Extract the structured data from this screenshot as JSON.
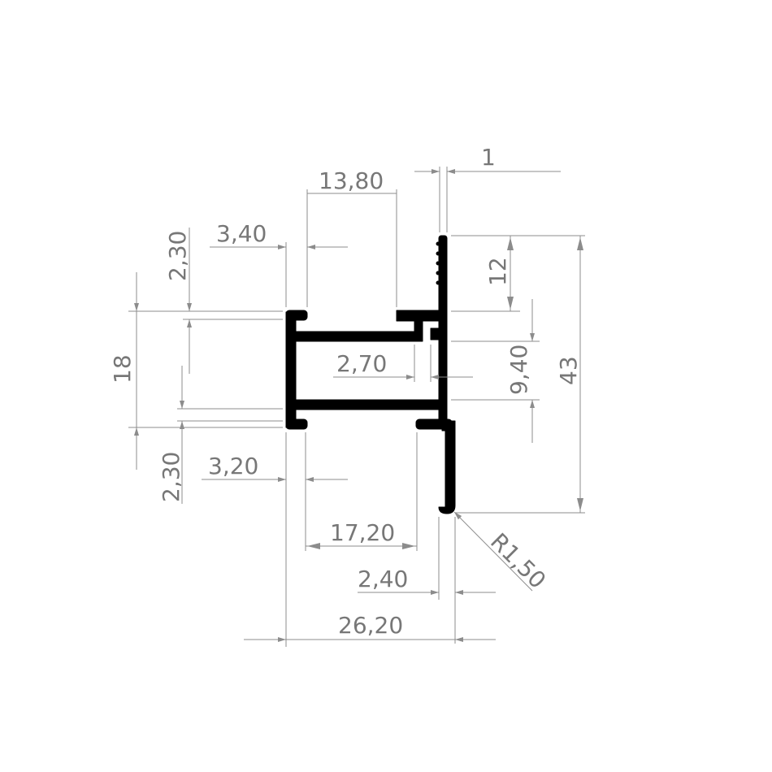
{
  "dimensions": {
    "top_wall": "1",
    "top_slot": "13,80",
    "left_lip_top": "3,40",
    "left_wall_top": "2,30",
    "upper_flange": "12",
    "overall_height": "43",
    "inner_gap": "9,40",
    "channel_height": "18",
    "rib_width": "2,70",
    "left_wall_bottom": "2,30",
    "left_lip_bottom": "3,20",
    "bottom_slot": "17,20",
    "hook_width": "2,40",
    "overall_width": "26,20",
    "radius": "R1,50"
  },
  "colors": {
    "profile": "#000000",
    "dimension_lines": "#8c8c8c",
    "dimension_text": "#777777",
    "background": "#ffffff"
  }
}
